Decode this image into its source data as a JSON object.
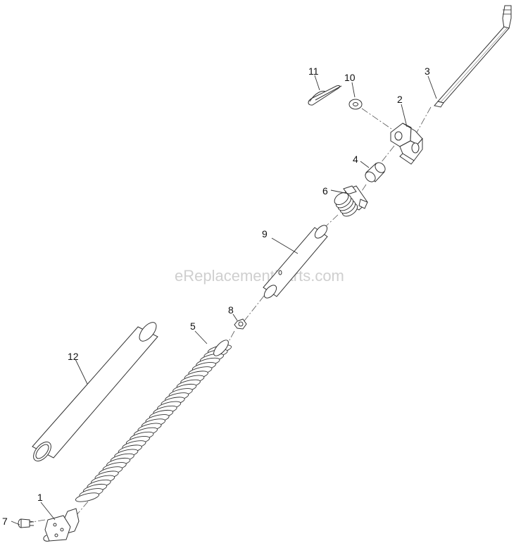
{
  "watermark": "eReplacementParts.com",
  "parts": [
    {
      "id": "1",
      "name": "part-1"
    },
    {
      "id": "2",
      "name": "part-2"
    },
    {
      "id": "3",
      "name": "part-3"
    },
    {
      "id": "4",
      "name": "part-4"
    },
    {
      "id": "5",
      "name": "part-5"
    },
    {
      "id": "6",
      "name": "part-6"
    },
    {
      "id": "7",
      "name": "part-7"
    },
    {
      "id": "8",
      "name": "part-8"
    },
    {
      "id": "9",
      "name": "part-9"
    },
    {
      "id": "10",
      "name": "part-10"
    },
    {
      "id": "11",
      "name": "part-11"
    },
    {
      "id": "12",
      "name": "part-12"
    }
  ]
}
